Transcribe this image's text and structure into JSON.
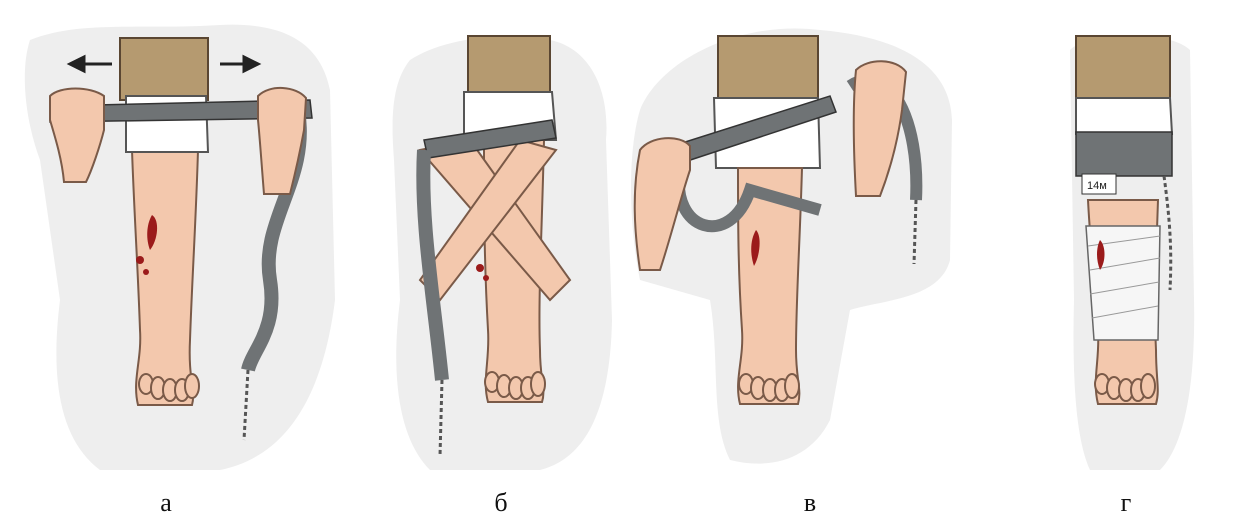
{
  "figure": {
    "panels": [
      {
        "id": "a",
        "caption": "а"
      },
      {
        "id": "b",
        "caption": "б"
      },
      {
        "id": "v",
        "caption": "в"
      },
      {
        "id": "g",
        "caption": "г"
      }
    ],
    "tag_text": "14м",
    "colors": {
      "skin": "#f3c8ad",
      "skin_outline": "#7a5a48",
      "trouser": "#b59a70",
      "strap": "#6f7375",
      "bandage": "#ffffff",
      "blood": "#9b1b1b",
      "backdrop": "#eeeeee"
    }
  }
}
